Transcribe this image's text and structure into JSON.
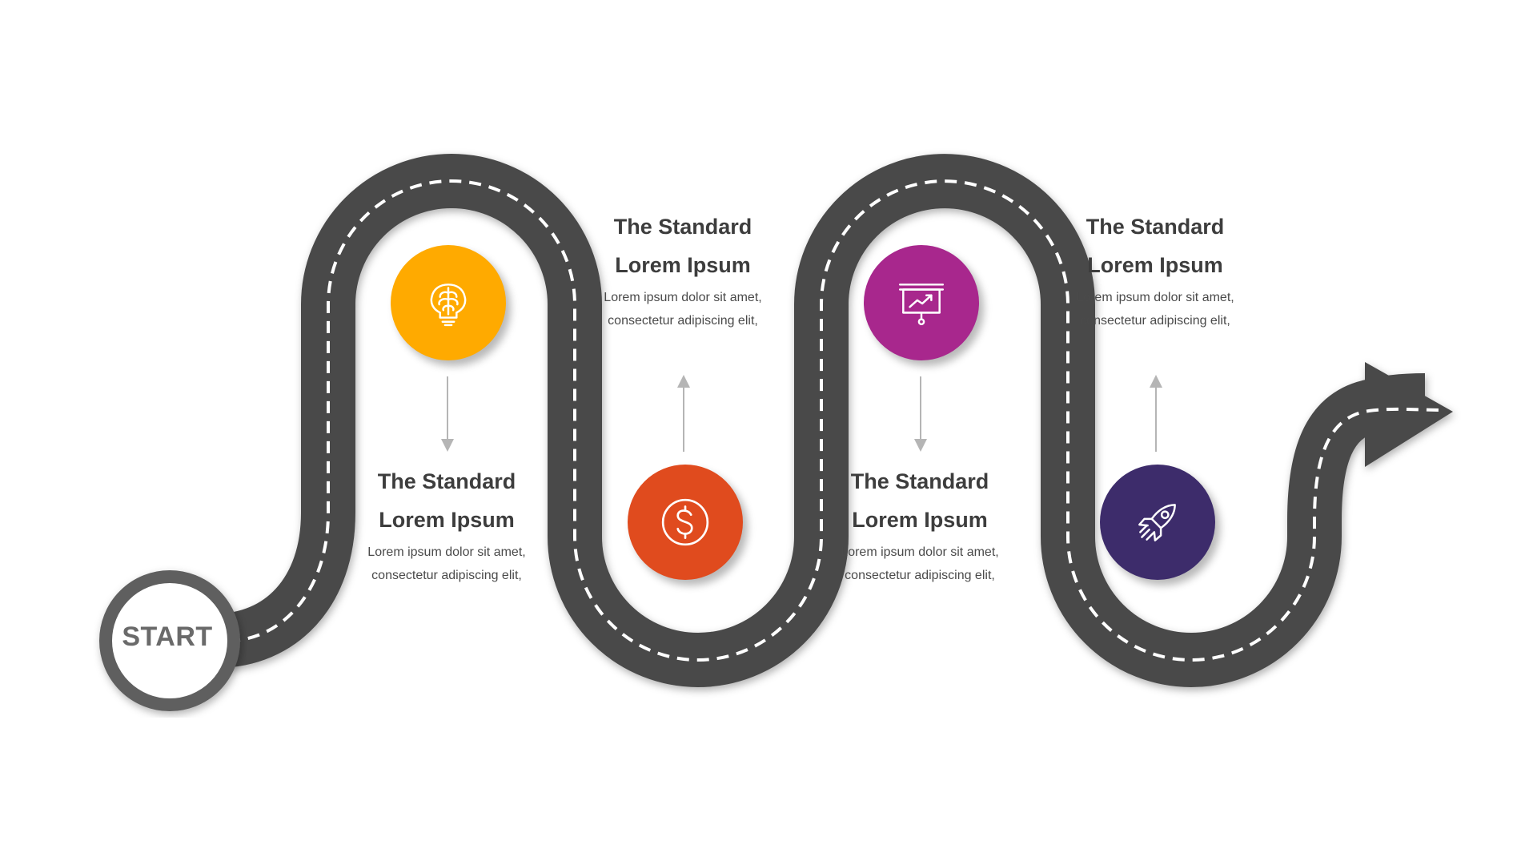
{
  "start": {
    "label": "START"
  },
  "steps": [
    {
      "title": "The Standard Lorem Ipsum",
      "body": "Lorem ipsum dolor sit amet, consectetur adipiscing elit,",
      "icon": "brain-bulb-icon",
      "color": "#FFAA00"
    },
    {
      "title": "The Standard Lorem Ipsum",
      "body": "Lorem ipsum dolor sit amet, consectetur adipiscing elit,",
      "icon": "dollar-coin-icon",
      "color": "#E04B1E"
    },
    {
      "title": "The Standard Lorem Ipsum",
      "body": "Lorem ipsum dolor sit amet, consectetur adipiscing elit,",
      "icon": "presentation-chart-icon",
      "color": "#A8278D"
    },
    {
      "title": "The Standard Lorem Ipsum",
      "body": "Lorem ipsum dolor sit amet, consectetur adipiscing elit,",
      "icon": "rocket-icon",
      "color": "#3D2C6B"
    }
  ],
  "colors": {
    "road": "#4a4a4a",
    "road_edge": "#3c3c3c",
    "dash": "#ffffff",
    "connector": "#b5b5b5"
  }
}
